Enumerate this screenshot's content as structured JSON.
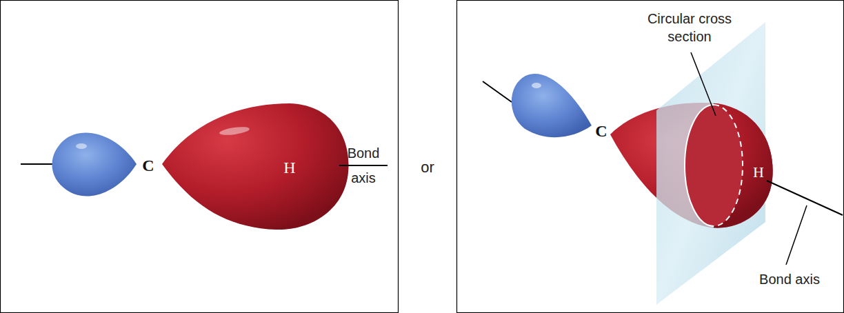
{
  "diagram": {
    "labels": [
      "C",
      "H",
      "Bond axis",
      "or",
      "Circular cross section",
      "C",
      "H",
      "Bond axis"
    ]
  }
}
